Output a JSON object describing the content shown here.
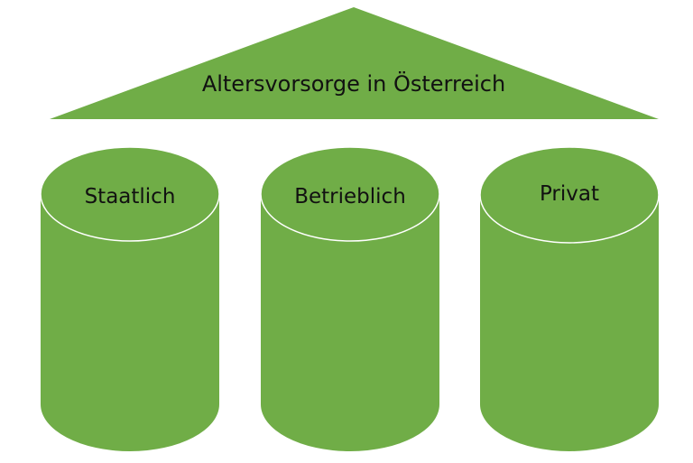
{
  "roof": {
    "label": "Altersvorsorge in Österreich"
  },
  "pillars": [
    {
      "label": "Staatlich"
    },
    {
      "label": "Betrieblich"
    },
    {
      "label": "Privat"
    }
  ],
  "colors": {
    "fill": "#70AD47",
    "edge": "#ffffff",
    "text": "#111111"
  }
}
